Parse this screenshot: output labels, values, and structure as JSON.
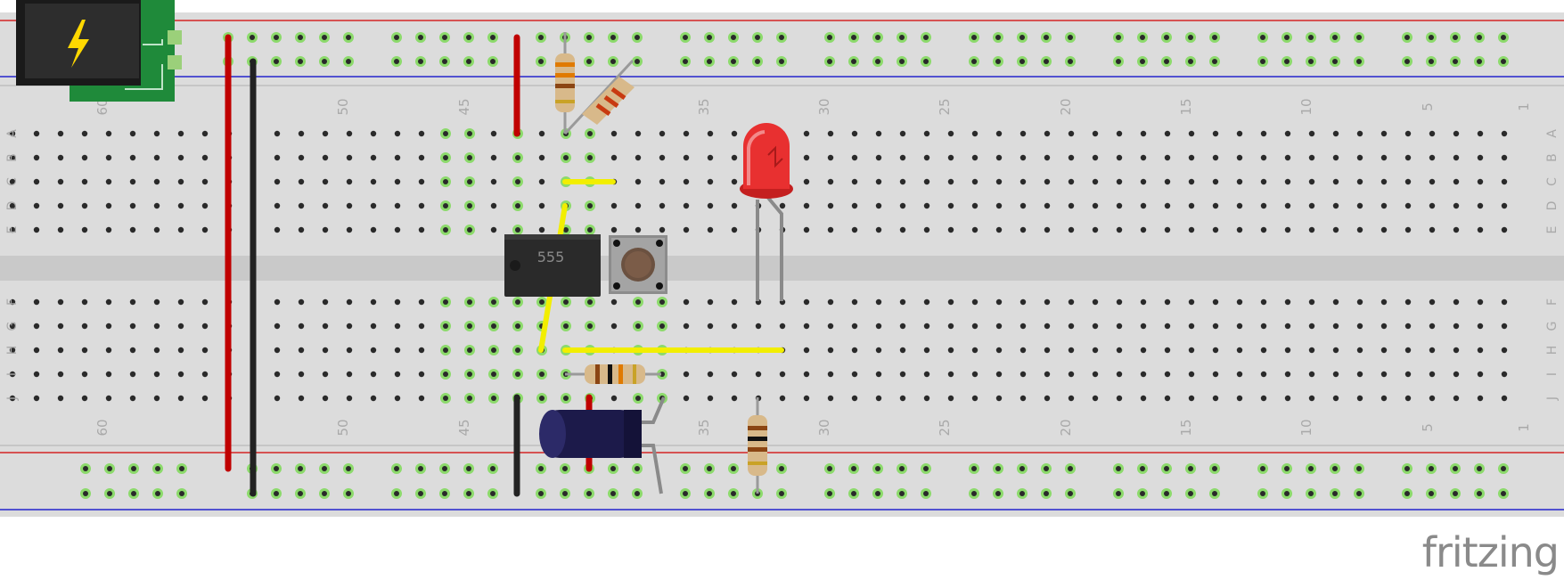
{
  "watermark": "fritzing",
  "column_numbers": [
    "60",
    "50",
    "45",
    "35",
    "30",
    "25",
    "20",
    "15",
    "10",
    "5",
    "1"
  ],
  "row_letters_top": [
    "A",
    "B",
    "C",
    "D",
    "E"
  ],
  "row_letters_bottom": [
    "F",
    "G",
    "H",
    "I",
    "J"
  ],
  "chip_label": "555",
  "colors": {
    "board": "#dcdcdc",
    "rail_red": "#d20000",
    "rail_blue": "#0000c8",
    "wire_red": "#c00000",
    "wire_black": "#222222",
    "wire_yellow": "#f2ee00",
    "led": "#e83030",
    "hole_active": "#7ed957"
  },
  "icons": [
    "power-jack-icon",
    "lightning-bolt-icon"
  ]
}
